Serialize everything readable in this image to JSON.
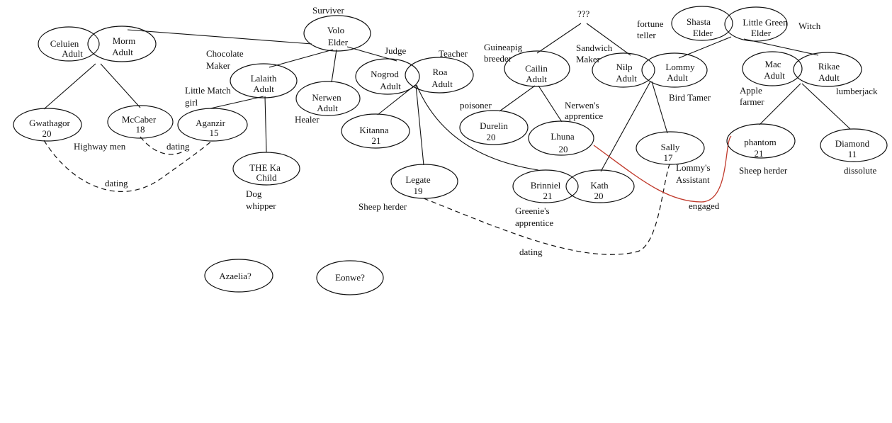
{
  "nodes": {
    "celuien": {
      "line1": "Celuien",
      "line2": "Adult"
    },
    "morm": {
      "line1": "Morm",
      "line2": "Adult"
    },
    "volo": {
      "line1": "Volo",
      "line2": "Elder"
    },
    "lalaith": {
      "line1": "Lalaith",
      "line2": "Adult"
    },
    "nerwen": {
      "line1": "Nerwen",
      "line2": "Adult"
    },
    "nogrod": {
      "line1": "Nogrod",
      "line2": "Adult"
    },
    "roa": {
      "line1": "Roa",
      "line2": "Adult"
    },
    "cailin": {
      "line1": "Cailin",
      "line2": "Adult"
    },
    "nilp": {
      "line1": "Nilp",
      "line2": "Adult"
    },
    "lommy": {
      "line1": "Lommy",
      "line2": "Adult"
    },
    "shasta": {
      "line1": "Shasta",
      "line2": "Elder"
    },
    "littlegreen": {
      "line1": "Little Green",
      "line2": "Elder"
    },
    "mac": {
      "line1": "Mac",
      "line2": "Adult"
    },
    "rikae": {
      "line1": "Rikae",
      "line2": "Adult"
    },
    "gwathagor": {
      "line1": "Gwathagor",
      "line2": "20"
    },
    "mccaber": {
      "line1": "McCaber",
      "line2": "18"
    },
    "aganzir": {
      "line1": "Aganzir",
      "line2": "15"
    },
    "theka": {
      "line1": "THE Ka",
      "line2": "Child"
    },
    "kitanna": {
      "line1": "Kitanna",
      "line2": "21"
    },
    "legate": {
      "line1": "Legate",
      "line2": "19"
    },
    "durelin": {
      "line1": "Durelin",
      "line2": "20"
    },
    "lhuna": {
      "line1": "Lhuna",
      "line2": "20"
    },
    "brinniel": {
      "line1": "Brinniel",
      "line2": "21"
    },
    "kath": {
      "line1": "Kath",
      "line2": "20"
    },
    "sally": {
      "line1": "Sally",
      "line2": "17"
    },
    "phantom": {
      "line1": "phantom",
      "line2": "21"
    },
    "diamond": {
      "line1": "Diamond",
      "line2": "11"
    },
    "azaelia": {
      "line1": "Azaelia?",
      "line2": ""
    },
    "eonwe": {
      "line1": "Eonwe?",
      "line2": ""
    }
  },
  "labels": {
    "surviver": "Surviver",
    "chocolate1": "Chocolate",
    "chocolate2": "Maker",
    "judge": "Judge",
    "teacher": "Teacher",
    "little_match1": "Little Match",
    "little_match2": "girl",
    "healer": "Healer",
    "highway_men": "Highway men",
    "dating1": "dating",
    "dating2": "dating",
    "dating3": "dating",
    "dog_whipper1": "Dog",
    "dog_whipper2": "whipper",
    "sheep_herder1": "Sheep herder",
    "sheep_herder2": "Sheep herder",
    "unknown": "???",
    "guineapig1": "Guineapig",
    "guineapig2": "breeder",
    "sandwich1": "Sandwich",
    "sandwich2": "Maker",
    "poisoner": "poisoner",
    "nerwens_app1": "Nerwen's",
    "nerwens_app2": "apprentice",
    "greenies_app1": "Greenie's",
    "greenies_app2": "apprentice",
    "fortune1": "fortune",
    "fortune2": "teller",
    "witch": "Witch",
    "bird_tamer": "Bird Tamer",
    "lommys_asst1": "Lommy's",
    "lommys_asst2": "Assistant",
    "engaged": "engaged",
    "apple1": "Apple",
    "apple2": "farmer",
    "lumberjack": "lumberjack",
    "dissolute": "dissolute"
  }
}
